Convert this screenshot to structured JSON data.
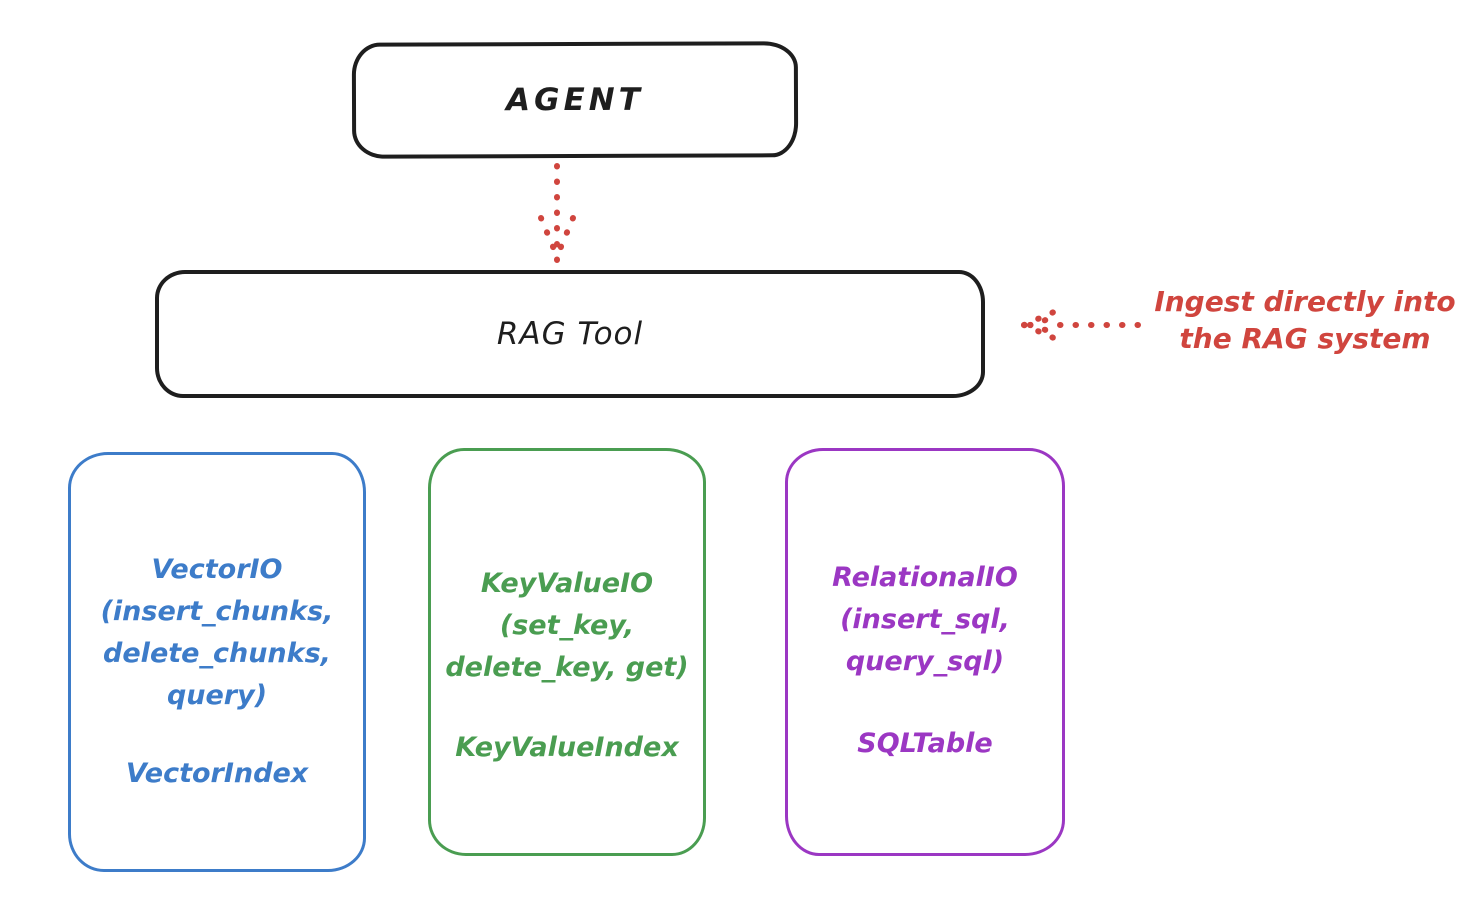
{
  "diagram": {
    "agent": {
      "label": "AGENT"
    },
    "rag_tool": {
      "label": "RAG Tool"
    },
    "annotation": {
      "line1": "Ingest directly into",
      "line2": "the RAG system"
    },
    "boxes": [
      {
        "id": "vector-io",
        "lines": [
          "VectorIO",
          "(insert_chunks,",
          "delete_chunks,",
          "query)"
        ],
        "index_label": "VectorIndex"
      },
      {
        "id": "keyvalue-io",
        "lines": [
          "KeyValueIO",
          "(set_key,",
          "delete_key, get)"
        ],
        "index_label": "KeyValueIndex"
      },
      {
        "id": "relational-io",
        "lines": [
          "RelationalIO",
          "(insert_sql,",
          "query_sql)"
        ],
        "index_label": "SQLTable"
      }
    ],
    "colors": {
      "stroke": "#1e1e1e",
      "red": "#d0453e",
      "blue": "#3d7cc9",
      "green": "#4a9d51",
      "purple": "#9b37c3",
      "background": "#ffffff"
    }
  }
}
